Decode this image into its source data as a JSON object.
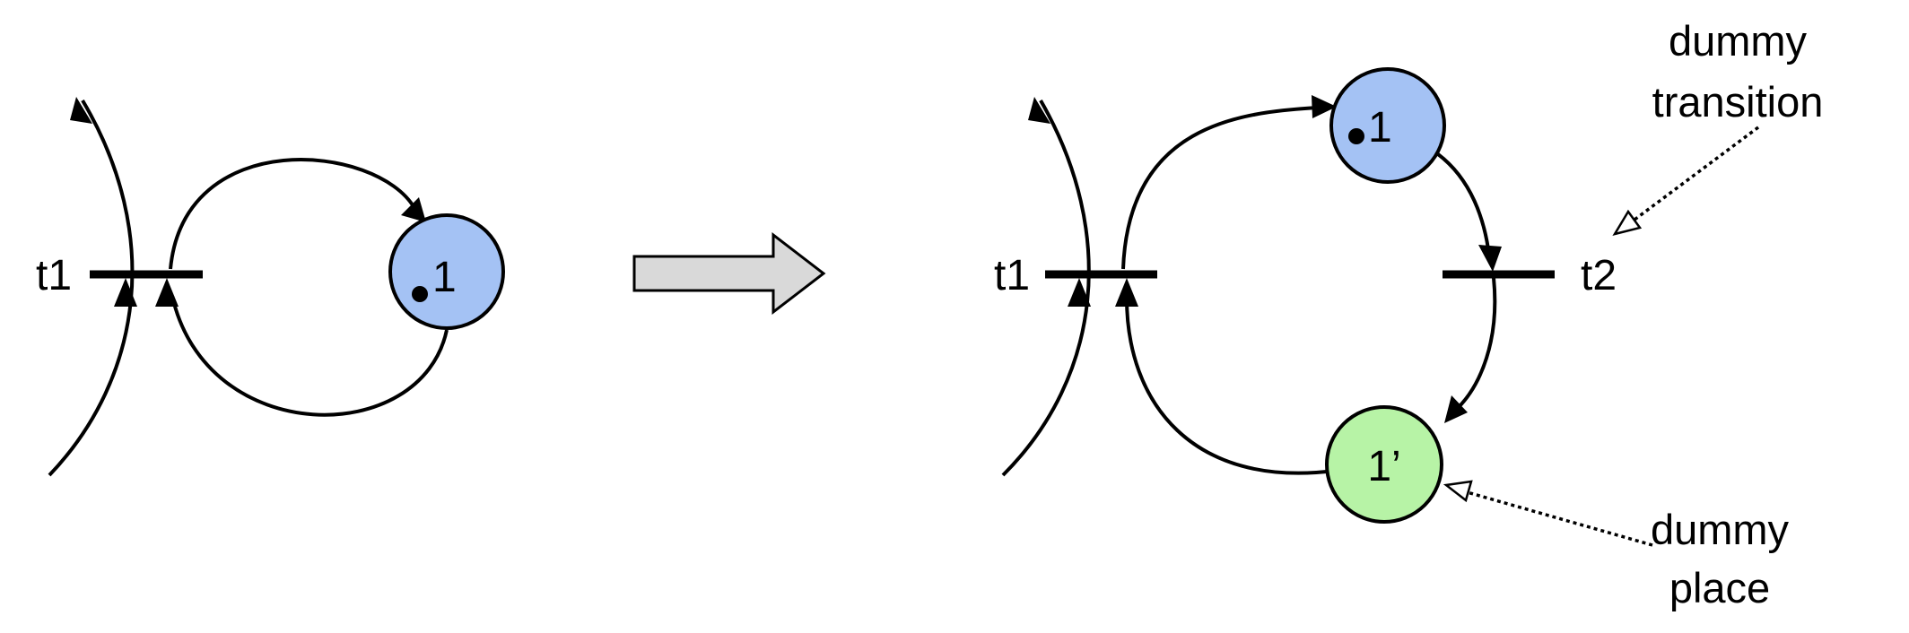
{
  "colors": {
    "original_place": "#a4c2f4",
    "dummy_place": "#b7f3a6",
    "arrow_fill": "#d9d9d9"
  },
  "left_net": {
    "transition_label": "t1",
    "place_label": "1"
  },
  "right_net": {
    "transition_t1_label": "t1",
    "transition_t2_label": "t2",
    "place_label": "1",
    "dummy_place_label": "1’"
  },
  "annotations": {
    "dummy_transition_line1": "dummy",
    "dummy_transition_line2": "transition",
    "dummy_place_line1": "dummy",
    "dummy_place_line2": "place"
  }
}
